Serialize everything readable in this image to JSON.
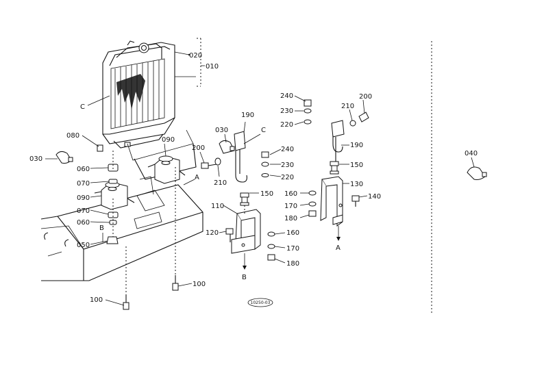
{
  "callouts": {
    "p010": "010",
    "p020": "020",
    "p030a": "030",
    "p030b": "030",
    "p040": "040",
    "p050": "050",
    "p060a": "060",
    "p060b": "060",
    "p070a": "070",
    "p070b": "070",
    "p080": "080",
    "p090a": "090",
    "p090b": "090",
    "p100a": "100",
    "p100b": "100",
    "p110": "110",
    "p120": "120",
    "p130": "130",
    "p140": "140",
    "p150a": "150",
    "p150b": "150",
    "p160a": "160",
    "p160b": "160",
    "p170a": "170",
    "p170b": "170",
    "p180a": "180",
    "p180b": "180",
    "p190a": "190",
    "p190b": "190",
    "p200a": "200",
    "p200b": "200",
    "p210a": "210",
    "p210b": "210",
    "p220a": "220",
    "p220b": "220",
    "p230a": "230",
    "p230b": "230",
    "p240a": "240",
    "p240b": "240"
  },
  "refs": {
    "a1": "A",
    "a2": "A",
    "b1": "B",
    "b2": "B",
    "c1": "C",
    "c2": "C"
  },
  "drawing_code": "10250-03"
}
